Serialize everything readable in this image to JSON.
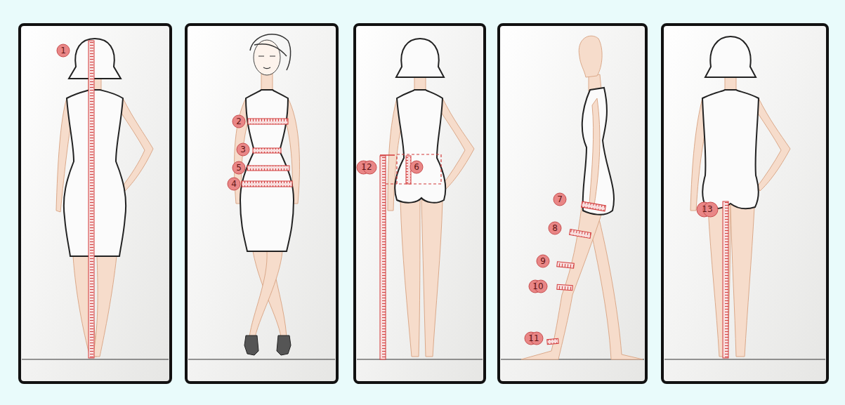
{
  "diagram": {
    "nodes": [
      {
        "text": [
          "1"
        ]
      },
      {
        "text": [
          "2"
        ]
      },
      {
        "text": [
          "3"
        ]
      },
      {
        "text": [
          "5"
        ]
      },
      {
        "text": [
          "4"
        ]
      },
      {
        "text": [
          "12"
        ]
      },
      {
        "text": [
          "6"
        ]
      },
      {
        "text": [
          "7"
        ]
      },
      {
        "text": [
          "8"
        ]
      },
      {
        "text": [
          "9"
        ]
      },
      {
        "text": [
          "10"
        ]
      },
      {
        "text": [
          "11"
        ]
      },
      {
        "text": [
          "13"
        ]
      }
    ]
  }
}
